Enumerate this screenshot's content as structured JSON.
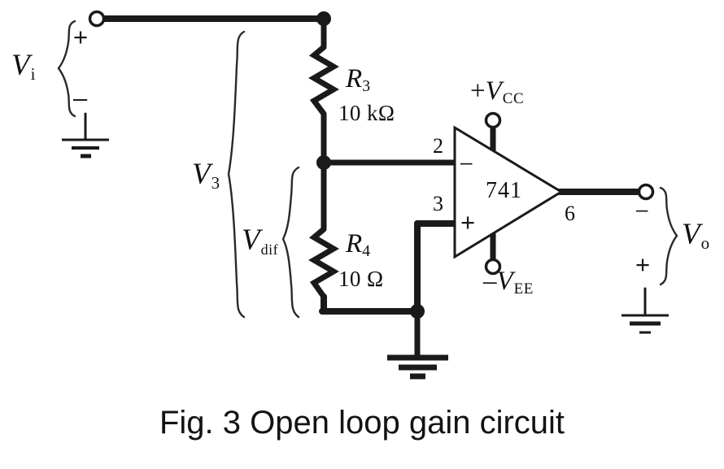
{
  "figure": {
    "caption": "Fig. 3 Open loop gain circuit",
    "type": "circuit-schematic"
  },
  "source": {
    "label": "V",
    "subscript": "i",
    "plus_sign": "+",
    "minus_sign": "–",
    "terminal_icon": "open-terminal-circle",
    "ground_icon": "ground-symbol"
  },
  "braces": {
    "v3": {
      "label": "V",
      "subscript": "3"
    },
    "vdif": {
      "label": "V",
      "subscript": "dif"
    },
    "vi": {
      "label": "V",
      "subscript": "i"
    },
    "vo": {
      "label": "V",
      "subscript": "o"
    }
  },
  "components": [
    {
      "ref": "R3",
      "name_base": "R",
      "name_sub": "3",
      "value": "10 kΩ",
      "type": "resistor"
    },
    {
      "ref": "R4",
      "name_base": "R",
      "name_sub": "4",
      "value": "10 Ω",
      "type": "resistor"
    }
  ],
  "opamp": {
    "part_number": "741",
    "inverting_pin": "2",
    "noninverting_pin": "3",
    "output_pin": "6",
    "inverting_sign": "–",
    "noninverting_sign": "+",
    "vcc_sign": "+",
    "vcc_label": "V",
    "vcc_sub": "CC",
    "vee_sign": "–",
    "vee_label": "V",
    "vee_sub": "EE",
    "vcc_terminal_icon": "open-terminal-circle",
    "vee_terminal_icon": "open-terminal-circle"
  },
  "output": {
    "label": "V",
    "subscript": "o",
    "minus_sign": "–",
    "plus_sign": "+",
    "terminal_icon": "open-terminal-circle",
    "ground_icon": "ground-symbol"
  },
  "colors": {
    "wire": "#1a1a1a",
    "body": "#1a1a1a",
    "background": "#ffffff",
    "text": "#111111",
    "brace": "#2a2a2a"
  }
}
